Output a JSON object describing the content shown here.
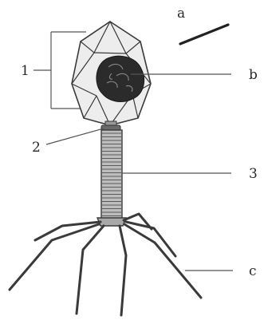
{
  "labels": {
    "a": "a",
    "b": "b",
    "c": "c",
    "n1": "1",
    "n2": "2",
    "n3": "3"
  },
  "colors": {
    "ink": "#3a3a3a",
    "head_fill": "#ededed",
    "dna_fill": "#2b2b2b",
    "tail_fill": "#bdbdbd"
  }
}
